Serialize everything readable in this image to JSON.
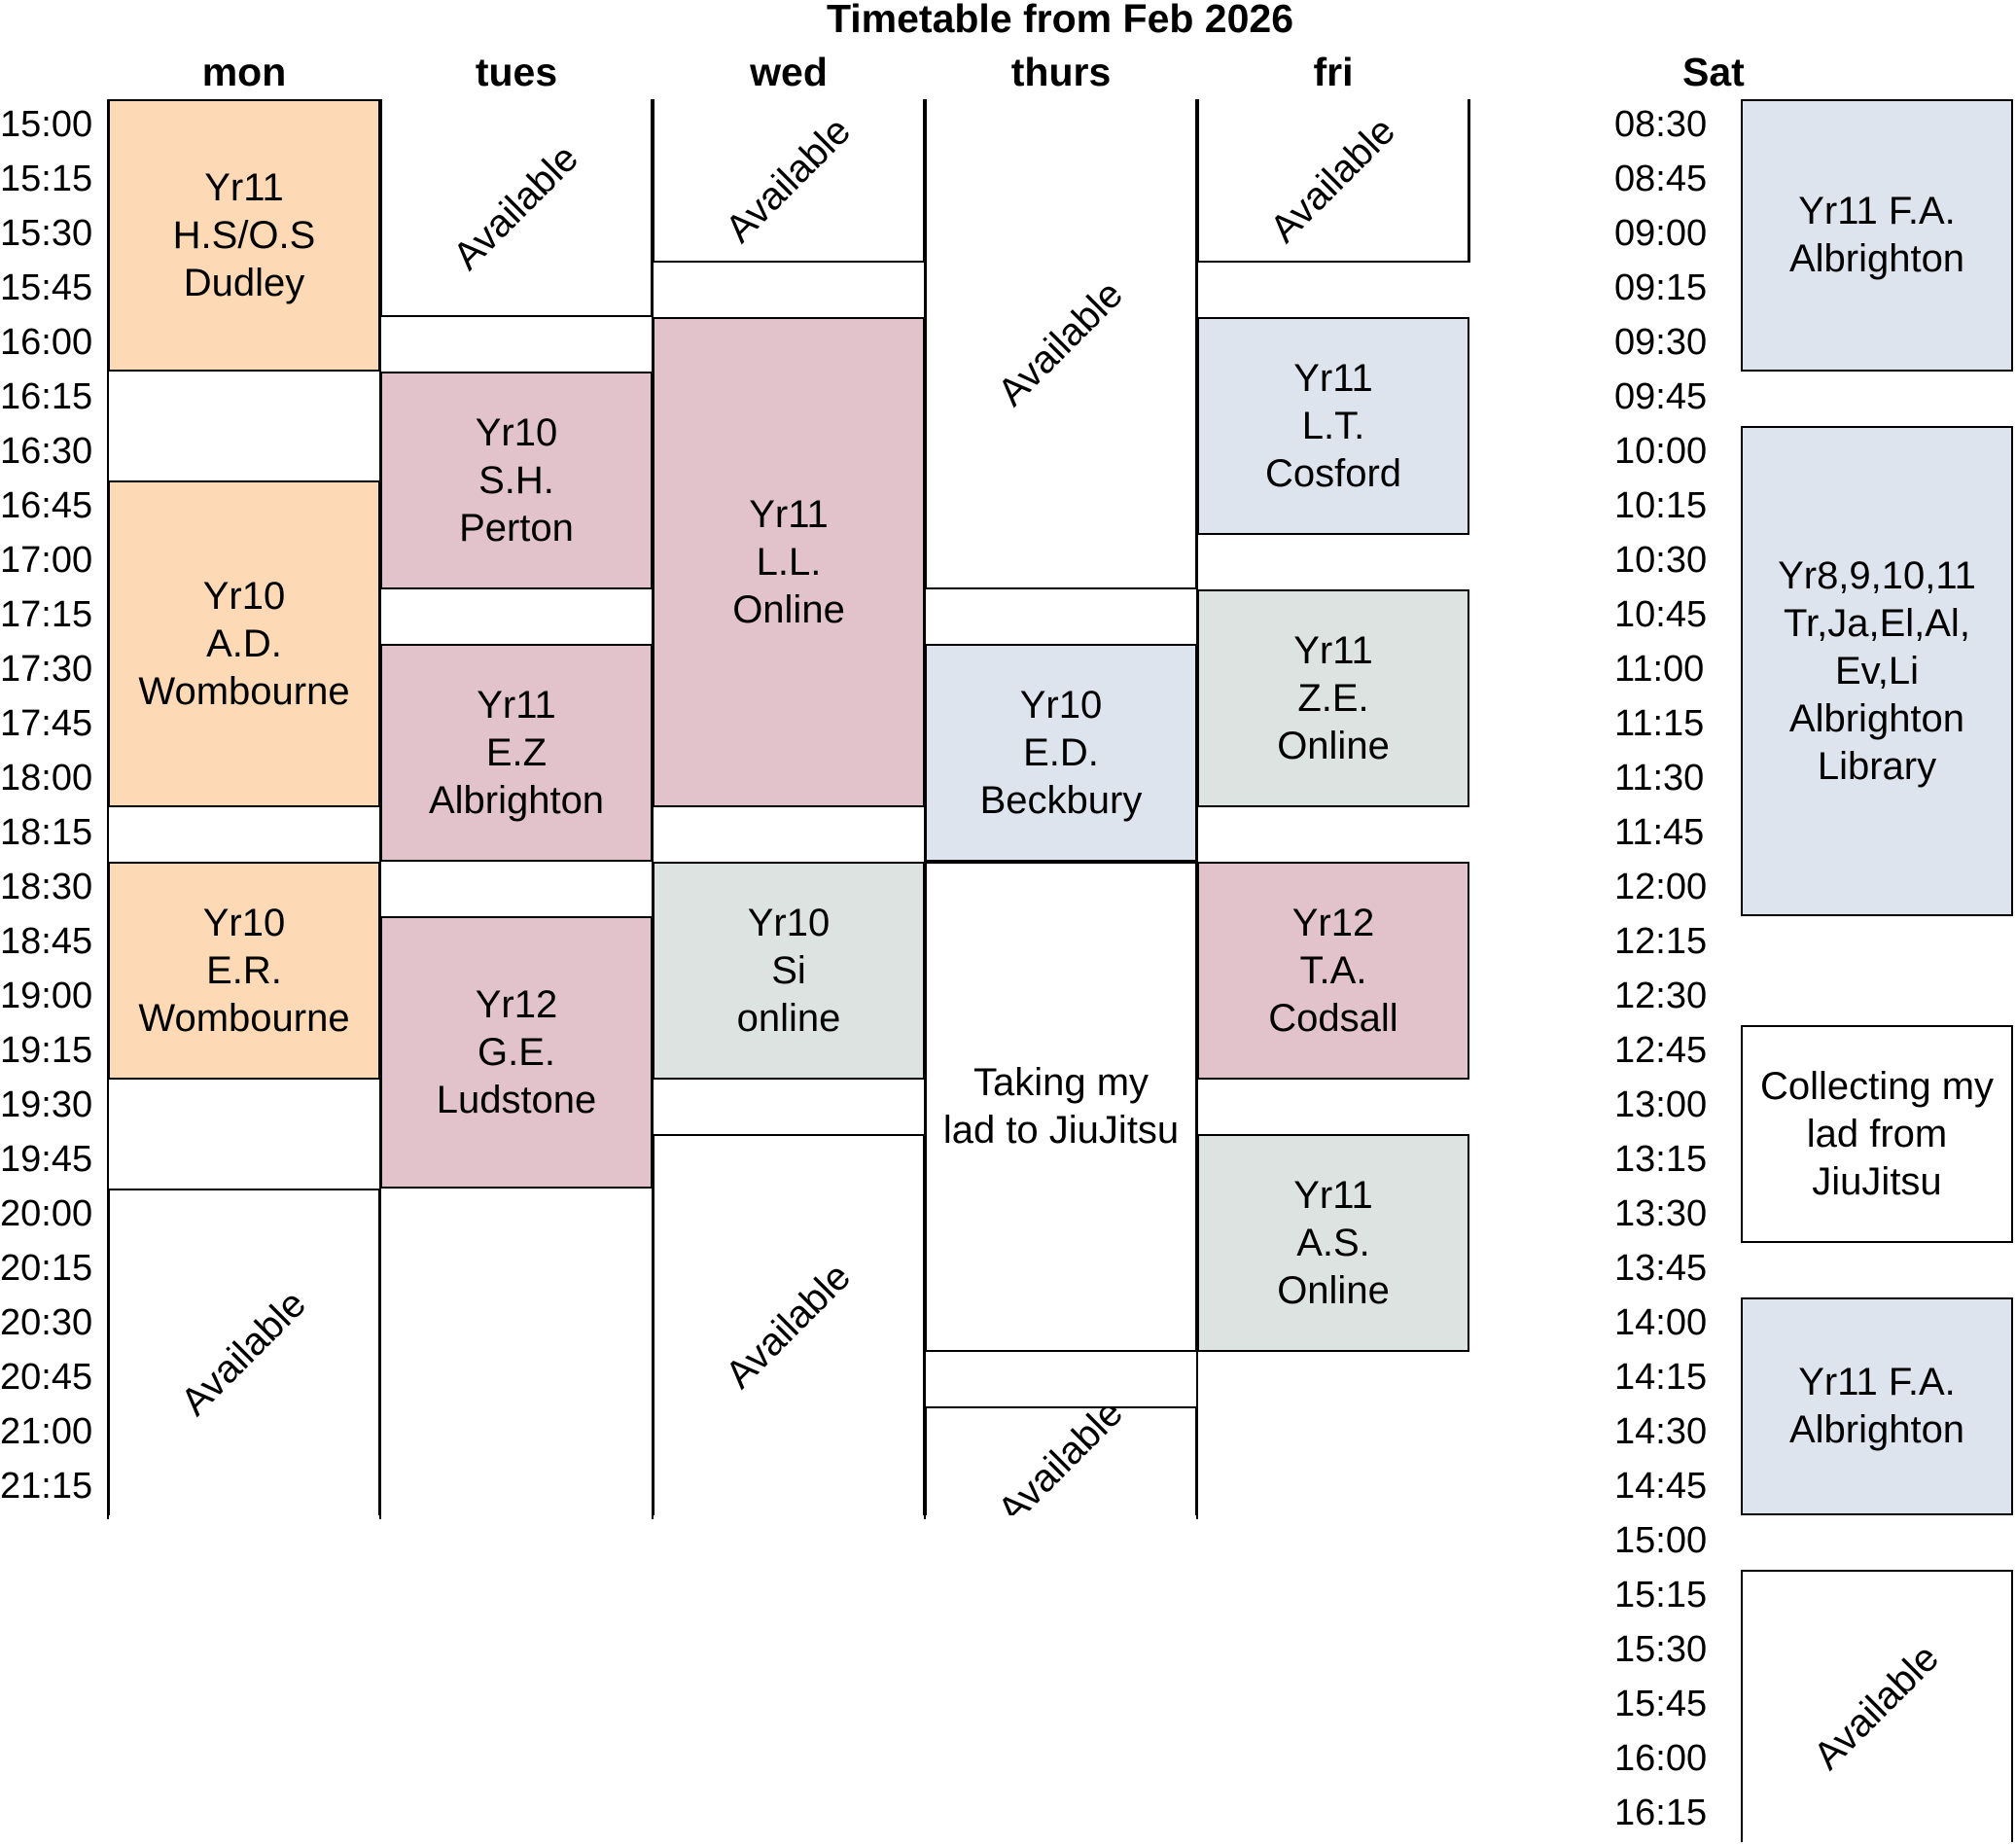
{
  "title": "Timetable from Feb 2026",
  "days": {
    "mon": "mon",
    "tues": "tues",
    "wed": "wed",
    "thurs": "thurs",
    "fri": "fri",
    "sat": "Sat"
  },
  "weekday_times": [
    "15:00",
    "15:15",
    "15:30",
    "15:45",
    "16:00",
    "16:15",
    "16:30",
    "16:45",
    "17:00",
    "17:15",
    "17:30",
    "17:45",
    "18:00",
    "18:15",
    "18:30",
    "18:45",
    "19:00",
    "19:15",
    "19:30",
    "19:45",
    "20:00",
    "20:15",
    "20:30",
    "20:45",
    "21:00",
    "21:15"
  ],
  "saturday_times": [
    "08:30",
    "08:45",
    "09:00",
    "09:15",
    "09:30",
    "09:45",
    "10:00",
    "10:15",
    "10:30",
    "10:45",
    "11:00",
    "11:15",
    "11:30",
    "11:45",
    "12:00",
    "12:15",
    "12:30",
    "12:45",
    "13:00",
    "13:15",
    "13:30",
    "13:45",
    "14:00",
    "14:15",
    "14:30",
    "14:45",
    "15:00",
    "15:15",
    "15:30",
    "15:45",
    "16:00",
    "16:15"
  ],
  "colors": {
    "mon_sessions": "#fdd9b5",
    "pink_sessions": "#e2c2cb",
    "blue_sessions": "#dde4ee",
    "grey_sessions": "#dde3e1",
    "free": "#ffffff"
  },
  "blocks": [
    {
      "day": "mon",
      "start": "15:00",
      "end": "16:15",
      "text": "Yr11\nH.S/O.S\nDudley",
      "style": "session",
      "color": "#fdd9b5"
    },
    {
      "day": "mon",
      "start": "16:45",
      "end": "18:15",
      "text": "Yr10\nA.D.\nWombourne",
      "style": "session",
      "color": "#fdd9b5"
    },
    {
      "day": "mon",
      "start": "18:30",
      "end": "19:30",
      "text": "Yr10\nE.R.\nWombourne",
      "style": "session",
      "color": "#fdd9b5"
    },
    {
      "day": "mon",
      "start": "20:00",
      "end": "21:30",
      "text": "Available",
      "style": "available",
      "open_bottom": true
    },
    {
      "day": "tues",
      "start": "15:00",
      "end": "16:00",
      "text": "Available",
      "style": "available",
      "open_top": true
    },
    {
      "day": "tues",
      "start": "16:15",
      "end": "17:15",
      "text": "Yr10\nS.H.\nPerton",
      "style": "session",
      "color": "#e2c2cb"
    },
    {
      "day": "tues",
      "start": "17:30",
      "end": "18:30",
      "text": "Yr11\nE.Z\nAlbrighton",
      "style": "session",
      "color": "#e2c2cb"
    },
    {
      "day": "tues",
      "start": "18:45",
      "end": "20:00",
      "text": "Yr12\nG.E.\nLudstone",
      "style": "session",
      "color": "#e2c2cb"
    },
    {
      "day": "wed",
      "start": "15:00",
      "end": "15:45",
      "text": "Available",
      "style": "available",
      "open_top": true
    },
    {
      "day": "wed",
      "start": "16:00",
      "end": "18:15",
      "text": "Yr11\nL.L.\nOnline",
      "style": "session",
      "color": "#e2c2cb"
    },
    {
      "day": "wed",
      "start": "18:30",
      "end": "19:30",
      "text": "Yr10\nSi\nonline",
      "style": "session",
      "color": "#dde3e1"
    },
    {
      "day": "wed",
      "start": "19:45",
      "end": "21:30",
      "text": "Available",
      "style": "available",
      "open_bottom": true
    },
    {
      "day": "thurs",
      "start": "15:00",
      "end": "17:15",
      "text": "Available",
      "style": "available",
      "open_top": true
    },
    {
      "day": "thurs",
      "start": "17:30",
      "end": "18:30",
      "text": "Yr10\nE.D.\nBeckbury",
      "style": "session",
      "color": "#dde4ee"
    },
    {
      "day": "thurs",
      "start": "18:30",
      "end": "20:45",
      "text": "Taking my\nlad to JiuJitsu",
      "style": "note"
    },
    {
      "day": "thurs",
      "start": "21:00",
      "end": "21:30",
      "text": "Available",
      "style": "available",
      "open_bottom": true
    },
    {
      "day": "fri",
      "start": "15:00",
      "end": "15:45",
      "text": "Available",
      "style": "available",
      "open_top": true
    },
    {
      "day": "fri",
      "start": "16:00",
      "end": "17:00",
      "text": "Yr11\nL.T.\nCosford",
      "style": "session",
      "color": "#dde4ee"
    },
    {
      "day": "fri",
      "start": "17:15",
      "end": "18:15",
      "text": "Yr11\nZ.E.\nOnline",
      "style": "session",
      "color": "#dde3e1"
    },
    {
      "day": "fri",
      "start": "18:30",
      "end": "19:30",
      "text": "Yr12\nT.A.\nCodsall",
      "style": "session",
      "color": "#e2c2cb"
    },
    {
      "day": "fri",
      "start": "19:45",
      "end": "20:45",
      "text": "Yr11\nA.S.\nOnline",
      "style": "session",
      "color": "#dde3e1"
    },
    {
      "day": "sat",
      "start": "08:30",
      "end": "09:45",
      "text": "Yr11 F.A.\nAlbrighton",
      "style": "session",
      "color": "#dde4ee"
    },
    {
      "day": "sat",
      "start": "10:00",
      "end": "12:15",
      "text": "Yr8,9,10,11\nTr,Ja,El,Al,\nEv,Li\nAlbrighton\nLibrary",
      "style": "session",
      "color": "#dde4ee"
    },
    {
      "day": "sat",
      "start": "12:45",
      "end": "13:45",
      "text": "Collecting my\nlad from\nJiuJitsu",
      "style": "note"
    },
    {
      "day": "sat",
      "start": "14:00",
      "end": "15:00",
      "text": "Yr11 F.A.\nAlbrighton",
      "style": "session",
      "color": "#dde4ee"
    },
    {
      "day": "sat",
      "start": "15:15",
      "end": "16:30",
      "text": "Available",
      "style": "available",
      "open_bottom": true
    }
  ]
}
